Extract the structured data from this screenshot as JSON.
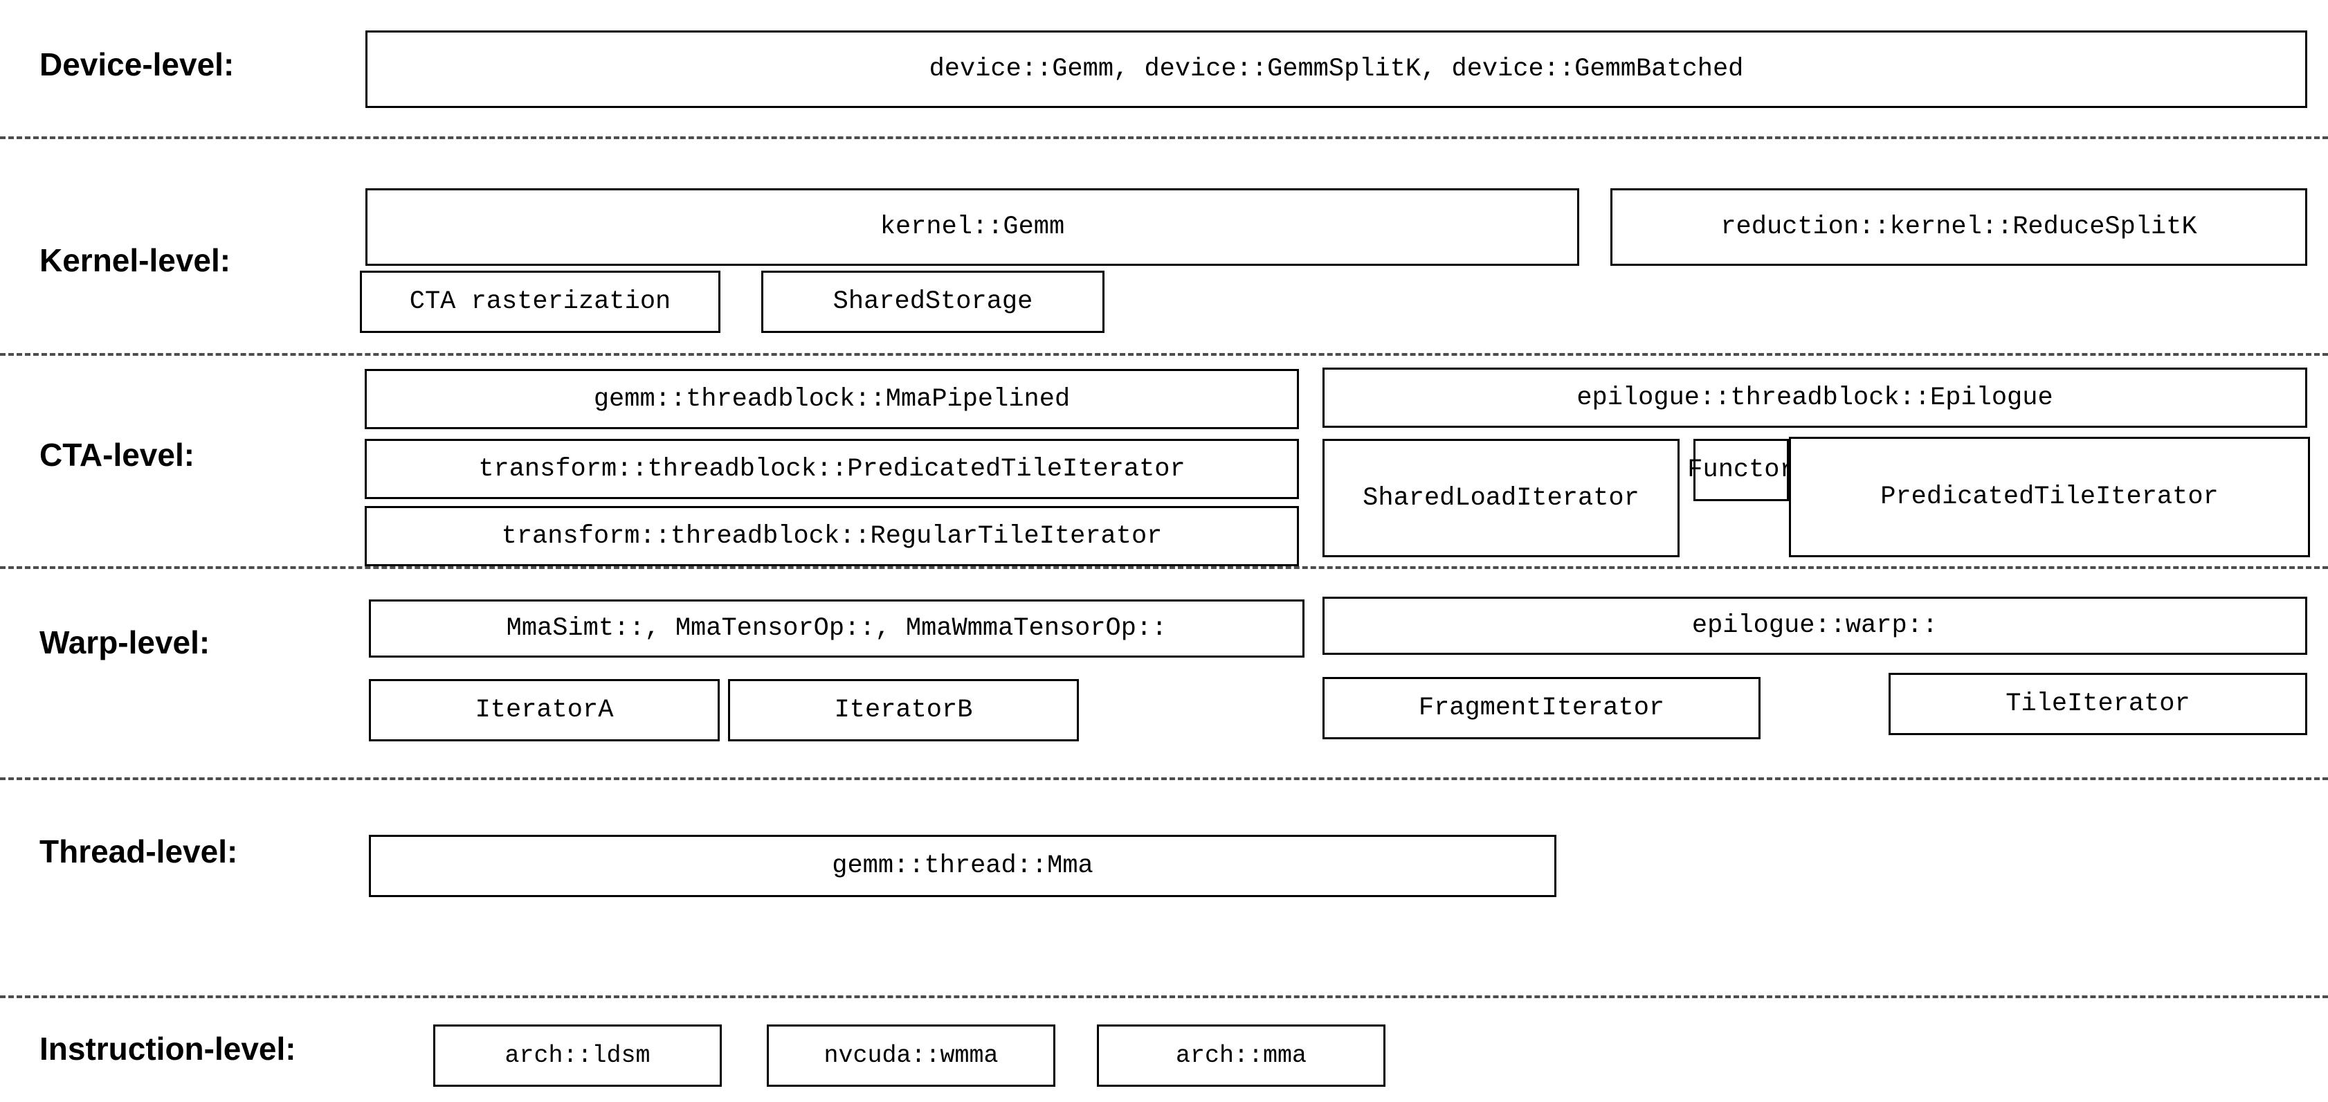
{
  "diagram": {
    "title": "CUTLASS GEMM template hierarchy",
    "border_color": "#000000",
    "background_color": "#ffffff",
    "separator_color": "#4d4d4d"
  },
  "levels": [
    {
      "label": "Device-level:",
      "boxes": [
        {
          "text": "device::Gemm, device::GemmSplitK, device::GemmBatched"
        }
      ]
    },
    {
      "label": "Kernel-level:",
      "boxes": [
        {
          "text": "kernel::Gemm"
        },
        {
          "text": "reduction::kernel::ReduceSplitK"
        },
        {
          "text": "CTA rasterization"
        },
        {
          "text": "SharedStorage"
        }
      ]
    },
    {
      "label": "CTA-level:",
      "boxes": [
        {
          "text": "gemm::threadblock::MmaPipelined"
        },
        {
          "text": "transform::threadblock::PredicatedTileIterator"
        },
        {
          "text": "transform::threadblock::RegularTileIterator"
        },
        {
          "text": "epilogue::threadblock::Epilogue"
        },
        {
          "text": "SharedLoadIterator"
        },
        {
          "text": "Functor"
        },
        {
          "text": "PredicatedTileIterator"
        }
      ]
    },
    {
      "label": "Warp-level:",
      "boxes": [
        {
          "text": "MmaSimt::, MmaTensorOp::, MmaWmmaTensorOp::"
        },
        {
          "text": "epilogue::warp::"
        },
        {
          "text": "IteratorA"
        },
        {
          "text": "IteratorB"
        },
        {
          "text": "FragmentIterator"
        },
        {
          "text": "TileIterator"
        }
      ]
    },
    {
      "label": "Thread-level:",
      "boxes": [
        {
          "text": "gemm::thread::Mma"
        }
      ]
    },
    {
      "label": "Instruction-level:",
      "boxes": [
        {
          "text": "arch::ldsm"
        },
        {
          "text": "nvcuda::wmma"
        },
        {
          "text": "arch::mma"
        }
      ]
    }
  ]
}
